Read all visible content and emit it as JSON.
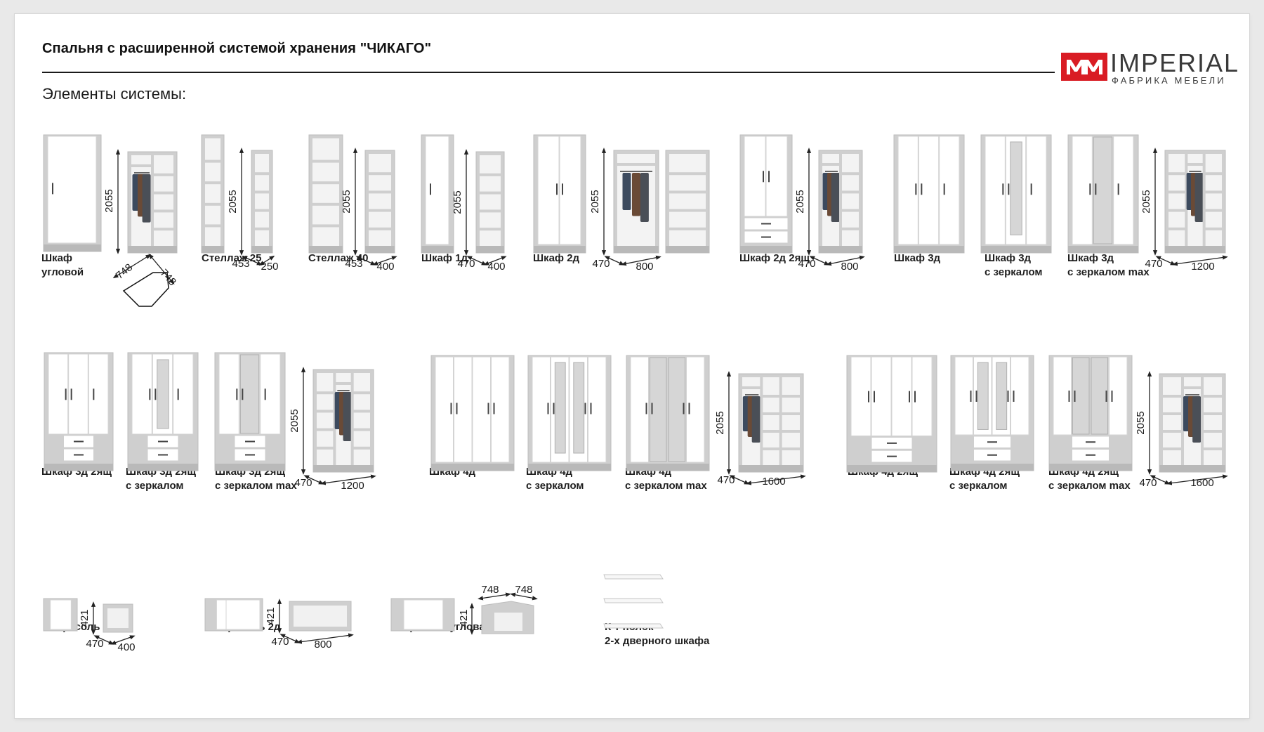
{
  "header": {
    "title": "Спальня с расширенной системой хранения \"ЧИКАГО\"",
    "subtitle": "Элементы системы:"
  },
  "logo": {
    "brand": "IMPERIAL",
    "tagline": "ФАБРИКА МЕБЕЛИ"
  },
  "colors": {
    "concrete": "#cfcfcf",
    "concrete_dark": "#b9b9b9",
    "white_panel": "#ffffff",
    "panel_edge": "#bdbdbd",
    "mirror": "#d6d6d6",
    "logo_red": "#d91c24",
    "text": "#1f1f1f"
  },
  "captions": {
    "corner_wardrobe": "Шкаф\nугловой",
    "shelf_25": "Стеллаж 25",
    "shelf_40": "Стеллаж 40",
    "wardrobe_1d": "Шкаф 1д",
    "wardrobe_2d": "Шкаф 2д",
    "wardrobe_2d_2drawers": "Шкаф 2д 2ящ",
    "wardrobe_3d": "Шкаф 3д",
    "wardrobe_3d_mirror": "Шкаф 3д\nс зеркалом",
    "wardrobe_3d_mirror_max": "Шкаф 3д\nс зеркалом max",
    "wardrobe_3d_2drawers": "Шкаф 3д 2ящ",
    "wardrobe_3d_2drawers_mirror": "Шкаф 3д 2ящ\nс зеркалом",
    "wardrobe_3d_2drawers_mirror_max": "Шкаф 3д 2ящ\nс зеркалом max",
    "wardrobe_4d": "Шкаф 4д",
    "wardrobe_4d_mirror": "Шкаф 4д\nс зеркалом",
    "wardrobe_4d_mirror_max": "Шкаф 4д\nс зеркалом max",
    "wardrobe_4d_2drawers": "Шкаф 4д 2ящ",
    "wardrobe_4d_2drawers_mirror": "Шкаф 4д 2ящ\nс зеркалом",
    "wardrobe_4d_2drawers_mirror_max": "Шкаф 4д 2ящ\nс зеркалом max",
    "mezzanine_1d": "Антресоль 1д",
    "mezzanine_2d": "Антресоль 2д",
    "mezzanine_corner": "Антресоль угловая",
    "shelf_set": "К-т полок\n2-х дверного шкафа"
  },
  "dimensions": {
    "corner": {
      "height": "2055",
      "plan_a": "748",
      "plan_b": "748"
    },
    "shelf_25": {
      "height": "2055",
      "depth": "453",
      "width": "250"
    },
    "shelf_40": {
      "height": "2055",
      "depth": "453",
      "width": "400"
    },
    "wardrobe_1d": {
      "height": "2055",
      "depth": "470",
      "width": "400"
    },
    "wardrobe_2d": {
      "height": "2055",
      "depth": "470",
      "width": "800"
    },
    "wardrobe_2d_2drawers": {
      "height": "2055",
      "depth": "470",
      "width": "800"
    },
    "wardrobe_3d": {
      "height": "2055",
      "depth": "470",
      "width": "1200"
    },
    "wardrobe_3d_2drawers": {
      "height": "2055",
      "depth": "470",
      "width": "1200"
    },
    "wardrobe_4d": {
      "height": "2055",
      "depth": "470",
      "width": "1600"
    },
    "wardrobe_4d_2drawers": {
      "height": "2055",
      "depth": "470",
      "width": "1600"
    },
    "mezzanine_1d": {
      "height": "421",
      "depth": "470",
      "width": "400"
    },
    "mezzanine_2d": {
      "height": "421",
      "depth": "470",
      "width": "800"
    },
    "mezzanine_corner": {
      "height": "421",
      "a": "748",
      "b": "748"
    }
  }
}
